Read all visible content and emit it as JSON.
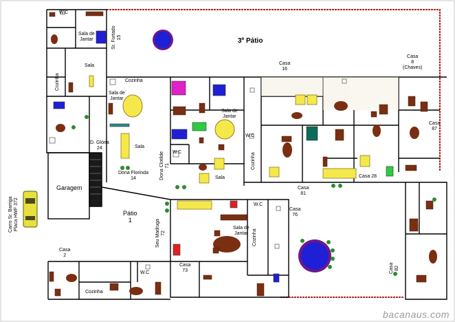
{
  "labels": {
    "wc_top": "W.C",
    "sala_jantar_1": "Sala de\nJantar",
    "sr_furtado": "Sr. Furtado\n15",
    "patio3": "3º Pátio",
    "sala_1": "Sala",
    "cozinha_1": "Cozinha",
    "casa16": "Casa\n16",
    "casa8": "Casa\n8\n(Chaves)",
    "cozinha_2": "Cozinha",
    "sala_jantar_2": "Sala de\nJantar",
    "sala_jantar_3": "Sala de\nJantar",
    "casa87": "Casa\n87",
    "d_gloria": "D. Glória\n24",
    "sala_2": "Sala",
    "wc_2": "W.C",
    "wc_3": "W.C",
    "cozinha_3": "Cozinha",
    "dona_clotilde": "Dona Clotilde\n71",
    "garagem": "Garagem",
    "dona_florinda": "Dona Florinda\n14",
    "sala_3": "Sala",
    "casa28": "Casa 28",
    "casa81": "Casa\n81",
    "patio1": "Pátio\n1",
    "sr_madruga": "Seu Madruga\n72",
    "wc_4": "W.C",
    "sala_jantar_4": "Sala de\nJantar",
    "cozinha_4": "Cozinha",
    "casa76": "Casa\n76",
    "carro": "Carro Sr. Barriga\nPlaca HWF 372",
    "casa2": "Casa\n2",
    "casa73": "Casa\n73",
    "wc_5": "W.C",
    "cozinha_5": "Cozinha",
    "casa82": "Casa\n82"
  },
  "watermark": "bacanaus.com",
  "colors": {
    "wall": "#000000",
    "patio_wall": "#b22222",
    "wood": "#7a2e12",
    "sofa": "#f5e84a",
    "pool": "#1f1fd6",
    "pool_ring": "#6b1a8a",
    "plant": "#2e8b2e",
    "car": "#e8e03c"
  }
}
